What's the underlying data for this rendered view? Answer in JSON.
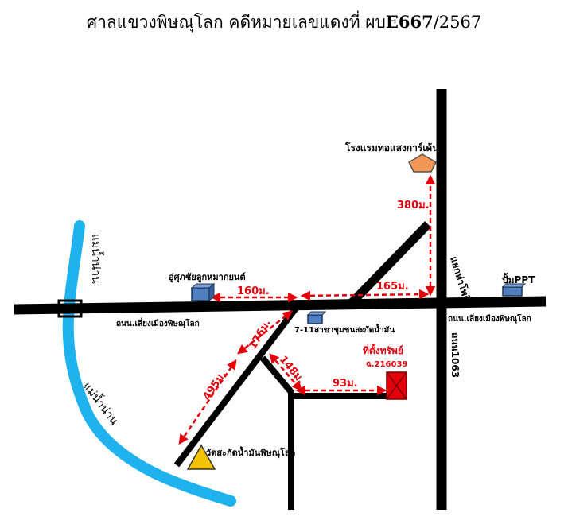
{
  "title": {
    "prefix": "ศาลแขวงพิษณุโลก คดีหมายเลขแดงที่ ผบ",
    "case_bold": "E667",
    "case_rest": "/2567"
  },
  "colors": {
    "road": "#000000",
    "river": "#1fb2ee",
    "measure": "#e3000b",
    "building_fill": "#4f7fc0",
    "hotel_fill": "#f19654",
    "temple_fill": "#f3c200",
    "property_fill": "#e3000b"
  },
  "labels": {
    "river_top": "แม่น้ำน่าน",
    "river_bottom": "แม่น้ำน่าน",
    "hotel": "โรงแรมทอแสงการ์เด้น",
    "intersection": "แยกท่าโพธิ์",
    "gas_station": "ปั้มPPT",
    "car_shop": "อู่ศุภชัยลูกหมากยนต์",
    "road_left": "ถนน.เลี่ยงเมืองพิษณุโลก",
    "road_right": "ถนน.เลี่ยงเมืองพิษณุโลก",
    "seven_eleven": "7-11สาขาชุมชนสะกัดน้ำมัน",
    "property_title": "ที่ตั้งทรัพย์",
    "deed_no": "ฉ.216039",
    "temple": "วัดสะกัดน้ำมันพิษณุโลก",
    "highway": "ถนน1063"
  },
  "distances": {
    "d380": "380ม.",
    "d160": "160ม.",
    "d165": "165ม.",
    "d176": "176ม.",
    "d148": "148ม.",
    "d93": "93ม.",
    "d495": "495ม."
  }
}
